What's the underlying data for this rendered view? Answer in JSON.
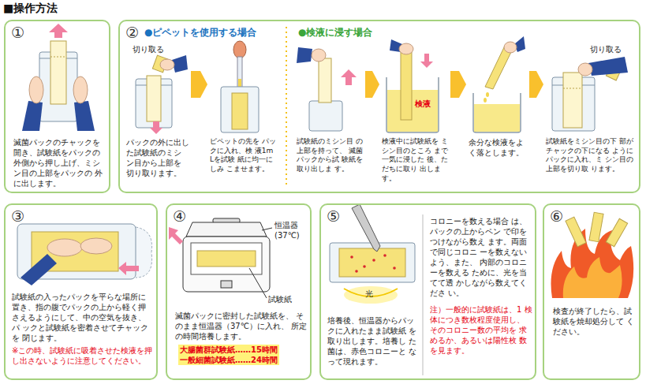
{
  "diagram": {
    "title": "■操作方法",
    "nodes": [
      {
        "text": [
          "①",
          "滅菌パックのチャックを 開き、試験紙をパックの 外側から押し上げ、ミシ ン目の上部をパックの 外に出します。"
        ]
      },
      {
        "text": [
          "②",
          "●ピペットを使用する場合",
          "●検液に浸す場合"
        ]
      },
      {
        "text": [
          "パックの外に出し た試験紙のミシ ン目から上部を 切り取ります。"
        ],
        "in": 1
      },
      {
        "text": [
          "ピペットの先を パックに入れ、検 液1mLを試験 紙に均一にしみ こませます。"
        ],
        "in": 1
      },
      {
        "text": [
          "試験紙のミシン目 の上部を持って、 滅菌パックから試 験紙を取り出しま す。"
        ],
        "in": 1
      },
      {
        "text": [
          "検液中に試験紙を ミシン目のところ まで一気に浸した 後、ただちに取り 出します。"
        ],
        "in": 1
      },
      {
        "text": [
          "余分な検液をよ く落とします。"
        ],
        "in": 1
      },
      {
        "text": [
          "試験紙をミシン目の下 部がチャックの下になる ようにパックに入れ、ミ シン目の上部を切り取 ります。"
        ],
        "in": 1
      },
      {
        "text": [
          "③",
          "試験紙の入ったパックを平らな場所に 置き、指の腹でパックの上から軽く押 さえるようにして、中の空気を抜き、パ ックと試験紙を密着させてチャックを 閉じます。",
          "※この時、試験紙に吸着させた検液を押 し出さないように注意してください。"
        ]
      },
      {
        "text": [
          "④",
          "滅菌パックに密封した試験紙を、 そのまま恒温器（37℃）に入れ、 所定の時間培養します。",
          "大腸菌群試験紙……15時間",
          "一般細菌試験紙……24時間"
        ]
      },
      {
        "text": [
          "⑤",
          "培養後、恒温器からパッ クに入れたまま試験紙 を取り出します。培養し た菌は、赤色コロニーと なって現れます。",
          "コロニーを数える場合 は、パックの上からペン で印をつけながら数え ます。両面で同じコロニ ーを数えないよう、また、 内部のコロニーを数える ために、光を当てて透 かしながら数えてくださ い。",
          "注）一般的に試験紙は、1 検体につき数枚程度使用し、 そのコロニー数の平均を 求めるか、あるいは陽性枚 数を見ます。"
        ]
      },
      {
        "text": [
          "⑥",
          "検査が終了したら、試 験紙を焼却処分して ください。"
        ]
      }
    ],
    "edges": [
      {
        "from": 2,
        "to": 3,
        "arrow": "to"
      },
      {
        "from": 4,
        "to": 5,
        "arrow": "to"
      },
      {
        "from": 5,
        "to": 6,
        "arrow": "to"
      },
      {
        "from": 6,
        "to": 7,
        "arrow": "to"
      }
    ],
    "labels": [
      "切り取る",
      "検液",
      "切り取る",
      "恒温器 (37℃)",
      "試験紙",
      "光"
    ]
  }
}
